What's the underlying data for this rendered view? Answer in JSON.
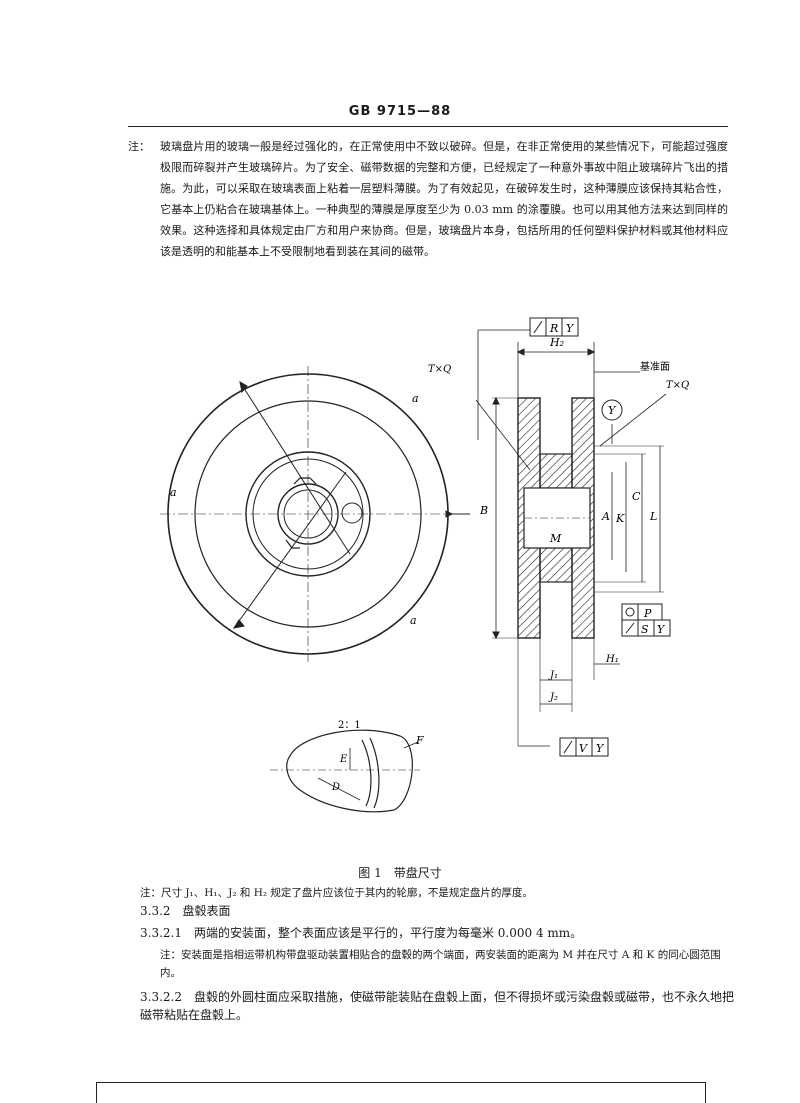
{
  "header": {
    "standard": "GB 9715—88"
  },
  "note_top": {
    "label": "注：",
    "text": "玻璃盘片用的玻璃一般是经过强化的，在正常使用中不致以破碎。但是，在非正常使用的某些情况下，可能超过强度极限而碎裂并产生玻璃碎片。为了安全、磁带数据的完整和方便，已经规定了一种意外事故中阻止玻璃碎片飞出的措施。为此，可以采取在玻璃表面上粘着一层塑料薄膜。为了有效起见，在破碎发生时，这种薄膜应该保持其粘合性，它基本上仍粘合在玻璃基体上。一种典型的薄膜是厚度至少为 0.03 mm 的涂覆膜。也可以用其他方法来达到同样的效果。这种选择和具体规定由厂方和用户来协商。但是，玻璃盘片本身，包括所用的任何塑料保护材料或其他材料应该是透明的和能基本上不受限制地看到装在其间的磁带。"
  },
  "figure": {
    "tol_top": [
      "R",
      "Y"
    ],
    "tol_mid": [
      "P"
    ],
    "tol_mid2": [
      "S",
      "Y"
    ],
    "tol_bottom": [
      "V",
      "Y"
    ],
    "label_H2": "H₂",
    "label_datum": "基准面",
    "label_TxQ_left": "T×Q",
    "label_TxQ_right": "T×Q",
    "label_Y": "Y",
    "label_a": "a",
    "label_B": "B",
    "label_M": "M",
    "label_A": "A",
    "label_K": "K",
    "label_C": "C",
    "label_L": "L",
    "label_H1": "H₁",
    "label_J1": "J₁",
    "label_J2": "J₂",
    "label_scale": "2：1",
    "label_F": "F",
    "label_E": "E",
    "label_D": "D"
  },
  "caption": "图 1　带盘尺寸",
  "body": [
    "注：尺寸 J₁、H₁、J₂ 和 H₂ 规定了盘片应该位于其内的轮廓，不是规定盘片的厚度。",
    "3.3.2　盘毂表面",
    "3.3.2.1　两端的安装面，整个表面应该是平行的，平行度为每毫米 0.000 4 mm。",
    "注：安装面是指相运带机构带盘驱动装置相贴合的盘毂的两个端面，两安装面的距离为 M 并在尺寸 A 和 K 的同心圆范围内。",
    "3.3.2.2　盘毂的外圆柱面应采取措施，使磁带能装贴在盘毂上面，但不得损坏或污染盘毂或磁带，也不永久地把磁带粘贴在盘毂上。"
  ]
}
